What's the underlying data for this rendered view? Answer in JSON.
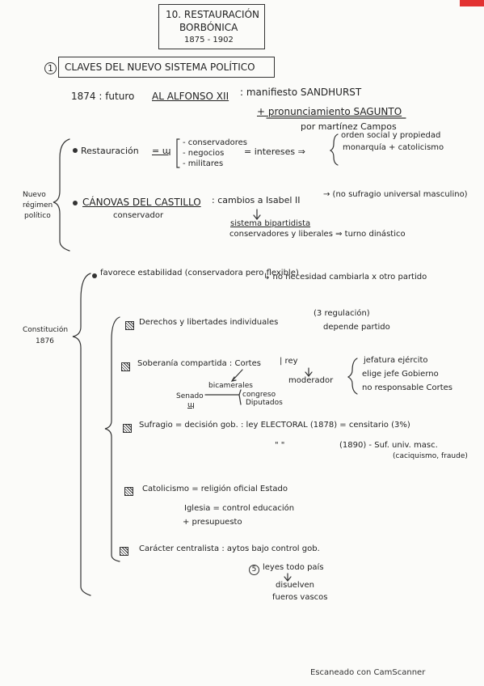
{
  "header": {
    "title1": "10. RESTAURACIÓN",
    "title2": "BORBÓNICA",
    "years": "1875 - 1902"
  },
  "section1": {
    "number": "1",
    "title": "CLAVES DEL NUEVO SISTEMA POLÍTICO"
  },
  "intro": {
    "line1_prefix": "1874 : futuro",
    "line1_underlined": "AL ALFONSO XII",
    "line1_suffix": ": manifiesto SANDHURST",
    "line2": "+ pronunciamiento SAGUNTO",
    "line3": "por martínez Campos"
  },
  "regimen": {
    "label_1": "Nuevo",
    "label_2": "régimen",
    "label_3": "político",
    "restauracion": "Restauración",
    "restauracion_abbr": "= ɰ",
    "groups": [
      "- conservadores",
      "- negocios",
      "- militares"
    ],
    "intereses": "= intereses ⇒",
    "orden_line1": "orden social y propiedad",
    "orden_line2": "monarquía + catolicismo",
    "canovas": "CÁNOVAS DEL CASTILLO",
    "conservador": "conservador",
    "cambios": ": cambios a Isabel II",
    "sufragio_paren": "→ (no sufragio universal masculino)",
    "sistema": "sistema bipartidista",
    "turno": "conservadores y liberales ⇒ turno dinástico"
  },
  "constitucion": {
    "label_1": "Constitución",
    "label_2": "1876",
    "favorece": "favorece estabilidad (conservadora pero flexible)",
    "no_necesidad": "↳ no necesidad cambiarla x otro partido",
    "derechos": "Derechos y libertades individuales",
    "regulacion": "(3 regulación)",
    "depende": "depende partido",
    "soberania": "Soberanía compartida : Cortes",
    "rey": "| rey",
    "bicamerales": "bicamerales",
    "senado": "Senado",
    "senado_abbr": "ɰ",
    "congreso": "congreso",
    "diputados": "Diputados",
    "moderador": "moderador",
    "jefatura": "jefatura ejército",
    "elige": "elige jefe Gobierno",
    "no_responsable": "no responsable Cortes",
    "sufragio": "Sufragio = decisión gob. : ley ELECTORAL (1878) = censitario (3%)",
    "sufragio_q": "\"      \"",
    "sufragio_1890": "(1890) - Suf. univ. masc.",
    "caciquismo": "(caciquismo, fraude)",
    "catolicismo": "Catolicismo = religión oficial Estado",
    "iglesia": "Iglesia = control educación",
    "presupuesto": "+ presupuesto",
    "caracter": "Carácter centralista : aytos bajo control gob.",
    "leyes": "leyes todo país",
    "leyes_num": "5",
    "disuelven": "disuelven",
    "fueros": "fueros vascos"
  },
  "footer": {
    "scanner": "Escaneado con CamScanner"
  },
  "colors": {
    "ink": "#222222",
    "paper": "#fbfbf9",
    "corner_mark": "#e23232"
  }
}
